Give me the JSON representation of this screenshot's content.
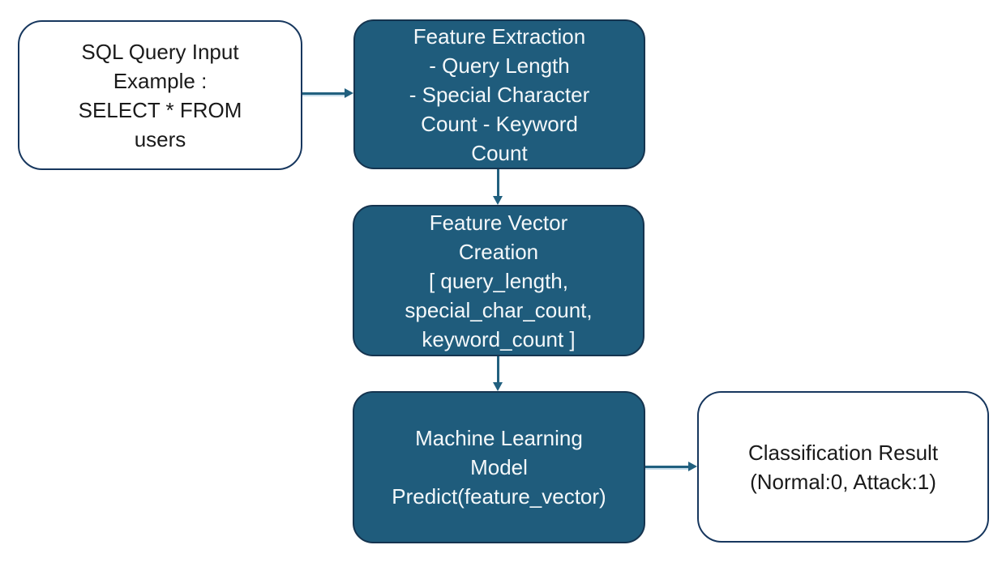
{
  "title": "SQL Injection Detection ML Flow Diagram",
  "colors": {
    "background": "#ffffff",
    "process_fill": "#1f5c7c",
    "process_border": "#15344f",
    "io_fill": "#ffffff",
    "io_border": "#17375e",
    "arrow": "#21607f",
    "arrow_highlight": "#c6dcea",
    "text_on_process": "#f4f8fa",
    "text_on_io": "#1a1a1a"
  },
  "diagram": {
    "nodes": [
      {
        "id": "sql-query-input",
        "kind": "input",
        "text": "SQL Query Input\nExample :\nSELECT * FROM\nusers"
      },
      {
        "id": "feature-extraction",
        "kind": "process",
        "text": "Feature Extraction\n- Query Length\n- Special Character\nCount - Keyword\nCount"
      },
      {
        "id": "feature-vector-creation",
        "kind": "process",
        "text": "Feature Vector\nCreation\n[ query_length,\nspecial_char_count,\nkeyword_count ]"
      },
      {
        "id": "machine-learning-model",
        "kind": "process",
        "text": "Machine Learning\nModel\nPredict(feature_vector)"
      },
      {
        "id": "classification-result",
        "kind": "output",
        "text": "Classification Result\n(Normal:0, Attack:1)"
      }
    ],
    "edges": [
      {
        "from": "sql-query-input",
        "to": "feature-extraction",
        "direction": "right"
      },
      {
        "from": "feature-extraction",
        "to": "feature-vector-creation",
        "direction": "down"
      },
      {
        "from": "feature-vector-creation",
        "to": "machine-learning-model",
        "direction": "down"
      },
      {
        "from": "machine-learning-model",
        "to": "classification-result",
        "direction": "right"
      }
    ]
  }
}
